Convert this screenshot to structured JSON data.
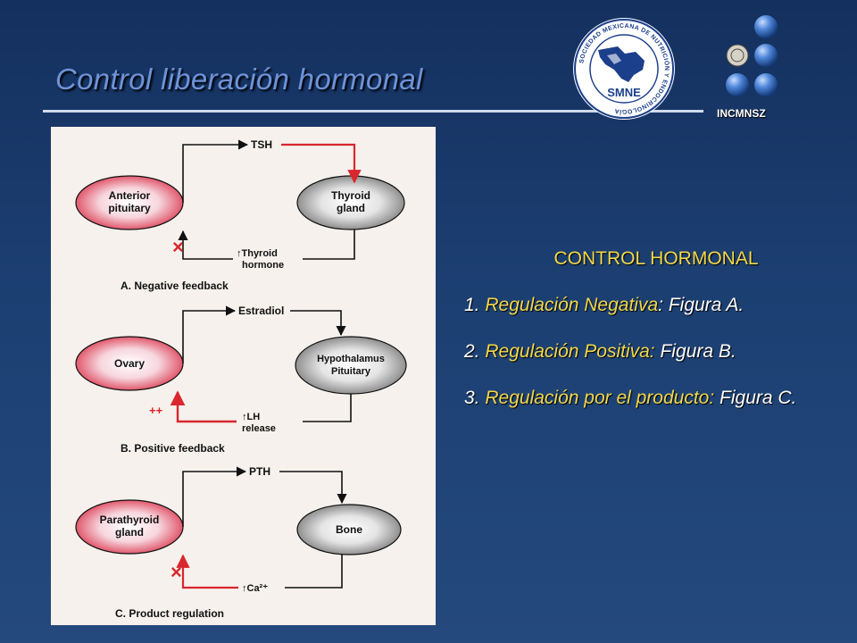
{
  "slide": {
    "title": "Control liberación hormonal",
    "institution": "INCMNSZ"
  },
  "logo": {
    "center_text": "SMNE",
    "ring_text": "SOCIEDAD MEXICANA DE NUTRICIÓN Y ENDOCRINOLOGÍA"
  },
  "figure": {
    "panel_a": {
      "gland_left": [
        "Anterior",
        "pituitary"
      ],
      "gland_right": [
        "Thyroid",
        "gland"
      ],
      "top_signal": "TSH",
      "bottom_signal": [
        "↑Thyroid",
        "hormone"
      ],
      "marker": "×",
      "caption": "A. Negative feedback"
    },
    "panel_b": {
      "gland_left": "Ovary",
      "gland_right": [
        "Hypothalamus",
        "Pituitary"
      ],
      "top_signal": "Estradiol",
      "bottom_signal": [
        "↑LH",
        "release"
      ],
      "marker": "++",
      "caption": "B. Positive feedback"
    },
    "panel_c": {
      "gland_left": [
        "Parathyroid",
        "gland"
      ],
      "gland_right": "Bone",
      "top_signal": "PTH",
      "bottom_signal": "↑Ca²⁺",
      "marker": "×",
      "caption": "C. Product regulation"
    }
  },
  "panel": {
    "heading": "CONTROL HORMONAL",
    "items": [
      {
        "num": "1. ",
        "term": "Regulación Negativa",
        "rest": ": Figura A."
      },
      {
        "num": "2. ",
        "term": "Regulación Positiva:",
        "rest": " Figura B."
      },
      {
        "num": "3. ",
        "term": "Regulación por el producto:",
        "rest": " Figura C."
      }
    ]
  },
  "colors": {
    "title": "#6f93d8",
    "highlight": "#f2d84a",
    "feedback_red": "#d8272e"
  }
}
